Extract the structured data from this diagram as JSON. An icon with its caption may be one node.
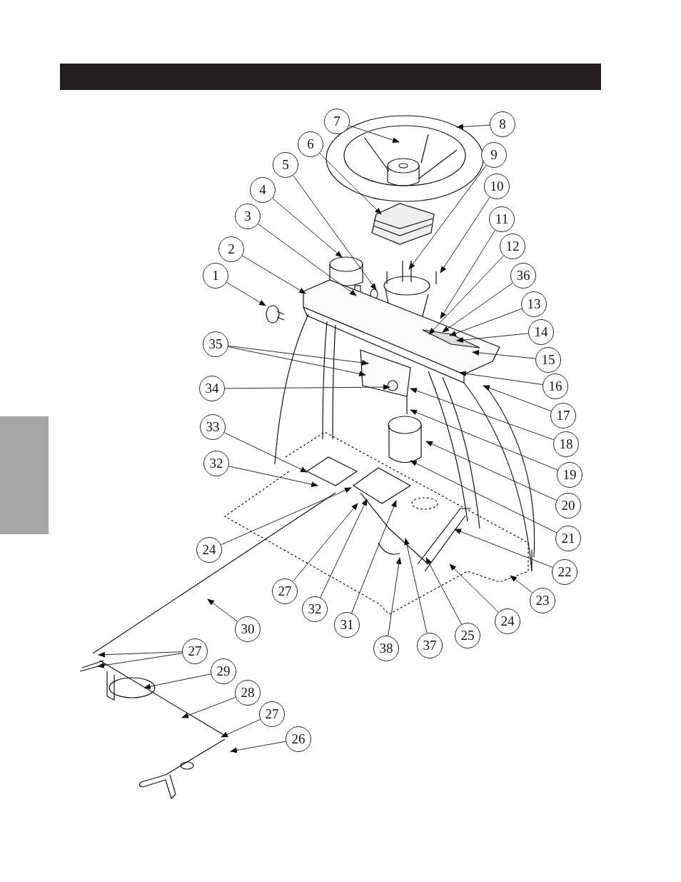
{
  "diagram": {
    "nodes": [
      {
        "text": [
          "7"
        ]
      },
      {
        "text": [
          "8"
        ]
      },
      {
        "text": [
          "6"
        ]
      },
      {
        "text": [
          "5"
        ]
      },
      {
        "text": [
          "9"
        ]
      },
      {
        "text": [
          "4"
        ]
      },
      {
        "text": [
          "10"
        ]
      },
      {
        "text": [
          "3"
        ]
      },
      {
        "text": [
          "11"
        ]
      },
      {
        "text": [
          "2"
        ]
      },
      {
        "text": [
          "12"
        ]
      },
      {
        "text": [
          "1"
        ]
      },
      {
        "text": [
          "36"
        ]
      },
      {
        "text": [
          "13"
        ]
      },
      {
        "text": [
          "14"
        ]
      },
      {
        "text": [
          "35"
        ]
      },
      {
        "text": [
          "15"
        ]
      },
      {
        "text": [
          "16"
        ]
      },
      {
        "text": [
          "34"
        ]
      },
      {
        "text": [
          "17"
        ]
      },
      {
        "text": [
          "18"
        ]
      },
      {
        "text": [
          "33"
        ]
      },
      {
        "text": [
          "32"
        ]
      },
      {
        "text": [
          "19"
        ]
      },
      {
        "text": [
          "20"
        ]
      },
      {
        "text": [
          "21"
        ]
      },
      {
        "text": [
          "24"
        ]
      },
      {
        "text": [
          "22"
        ]
      },
      {
        "text": [
          "27"
        ]
      },
      {
        "text": [
          "23"
        ]
      },
      {
        "text": [
          "32"
        ]
      },
      {
        "text": [
          "24"
        ]
      },
      {
        "text": [
          "31"
        ]
      },
      {
        "text": [
          "30"
        ]
      },
      {
        "text": [
          "25"
        ]
      },
      {
        "text": [
          "37"
        ]
      },
      {
        "text": [
          "38"
        ]
      },
      {
        "text": [
          "27"
        ]
      },
      {
        "text": [
          "29"
        ]
      },
      {
        "text": [
          "28"
        ]
      },
      {
        "text": [
          "27"
        ]
      },
      {
        "text": [
          "26"
        ]
      },
      {
        "text": [],
        "shape": "bar"
      }
    ],
    "edges": [
      {
        "from": 0,
        "to": null,
        "arrow": "to"
      },
      {
        "from": 1,
        "to": null,
        "arrow": "to"
      },
      {
        "from": 2,
        "to": null,
        "arrow": "to"
      },
      {
        "from": 3,
        "to": null,
        "arrow": "to"
      },
      {
        "from": 4,
        "to": null,
        "arrow": "to"
      },
      {
        "from": 5,
        "to": null,
        "arrow": "to"
      },
      {
        "from": 6,
        "to": null,
        "arrow": "to"
      },
      {
        "from": 7,
        "to": null,
        "arrow": "to"
      },
      {
        "from": 8,
        "to": null,
        "arrow": "to"
      },
      {
        "from": 9,
        "to": null,
        "arrow": "to"
      },
      {
        "from": 10,
        "to": null,
        "arrow": "to"
      },
      {
        "from": 11,
        "to": null,
        "arrow": "to"
      },
      {
        "from": 12,
        "to": null,
        "arrow": "to"
      },
      {
        "from": 13,
        "to": null,
        "arrow": "to"
      },
      {
        "from": 14,
        "to": null,
        "arrow": "to"
      },
      {
        "from": 15,
        "to": null,
        "arrow": "to"
      },
      {
        "from": 15,
        "to": null,
        "arrow": "to"
      },
      {
        "from": 16,
        "to": null,
        "arrow": "to"
      },
      {
        "from": 17,
        "to": null,
        "arrow": "to"
      },
      {
        "from": 18,
        "to": null,
        "arrow": "to"
      },
      {
        "from": 19,
        "to": null,
        "arrow": "to"
      },
      {
        "from": 20,
        "to": null,
        "arrow": "to"
      },
      {
        "from": 21,
        "to": null,
        "arrow": "to"
      },
      {
        "from": 22,
        "to": null,
        "arrow": "to"
      },
      {
        "from": 23,
        "to": null,
        "arrow": "to"
      },
      {
        "from": 24,
        "to": null,
        "arrow": "to"
      },
      {
        "from": 25,
        "to": null,
        "arrow": "to"
      },
      {
        "from": 26,
        "to": null,
        "arrow": "to"
      },
      {
        "from": 27,
        "to": null,
        "arrow": "to"
      },
      {
        "from": 28,
        "to": null,
        "arrow": "to"
      },
      {
        "from": 29,
        "to": null,
        "arrow": "to"
      },
      {
        "from": 30,
        "to": null,
        "arrow": "to"
      },
      {
        "from": 31,
        "to": null,
        "arrow": "to"
      },
      {
        "from": 32,
        "to": null,
        "arrow": "to"
      },
      {
        "from": 33,
        "to": null,
        "arrow": "to"
      },
      {
        "from": 34,
        "to": null,
        "arrow": "to"
      },
      {
        "from": 35,
        "to": null,
        "arrow": "to"
      },
      {
        "from": 36,
        "to": null,
        "arrow": "to"
      },
      {
        "from": 37,
        "to": null,
        "arrow": "to"
      },
      {
        "from": 37,
        "to": null,
        "arrow": "to"
      },
      {
        "from": 38,
        "to": null,
        "arrow": "to"
      },
      {
        "from": 39,
        "to": null,
        "arrow": "to"
      },
      {
        "from": 40,
        "to": null,
        "arrow": "to"
      },
      {
        "from": 41,
        "to": null,
        "arrow": "to"
      }
    ]
  }
}
